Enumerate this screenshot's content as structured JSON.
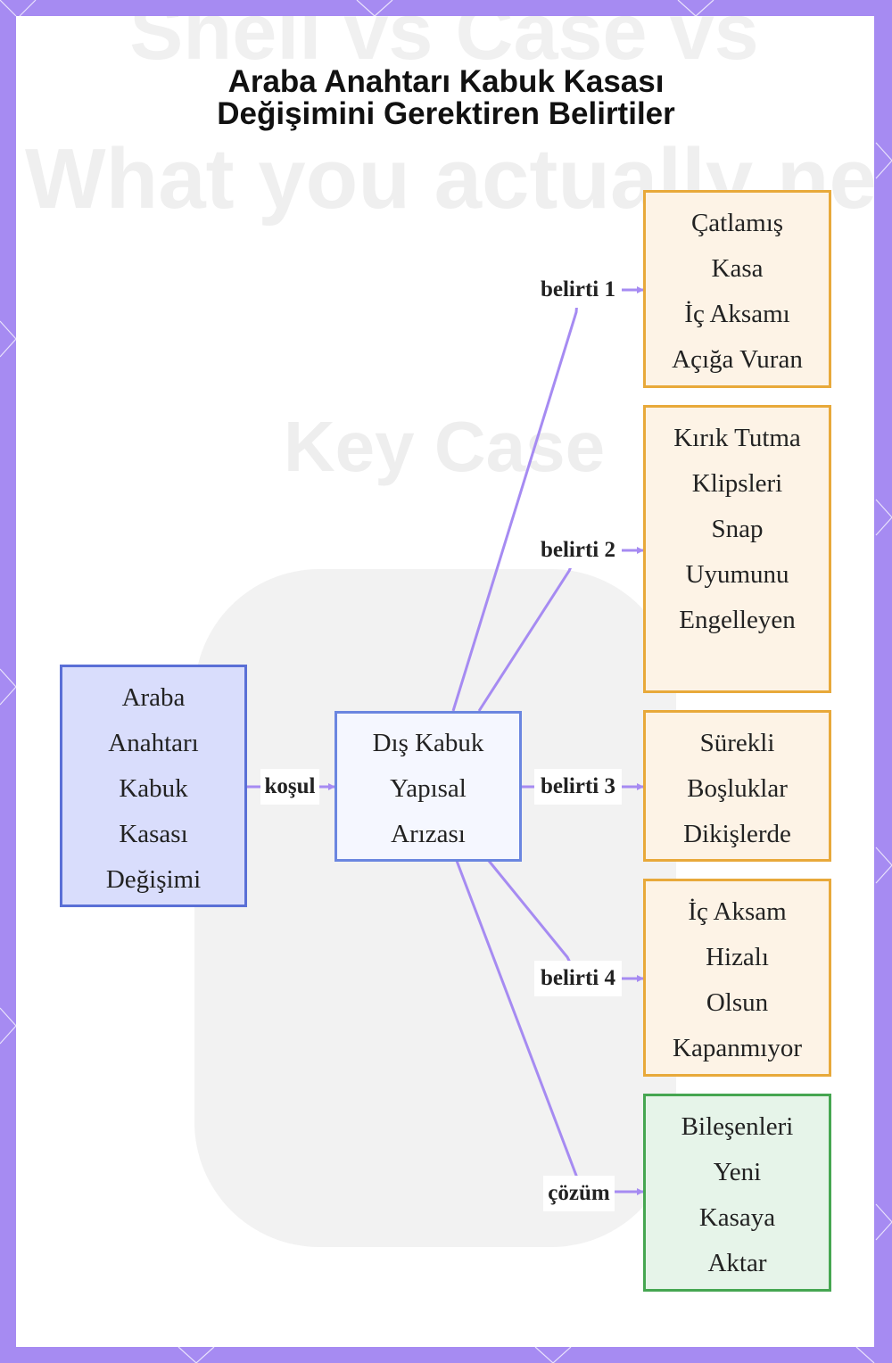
{
  "title": {
    "line1": "Araba Anahtarı Kabuk Kasası",
    "line2": "Değişimini Gerektiren Belirtiler"
  },
  "nodes": {
    "main": {
      "lines": [
        "Araba",
        "Anahtarı",
        "Kabuk",
        "Kasası",
        "Değişimi"
      ]
    },
    "fault": {
      "lines": [
        "Dış Kabuk",
        "Yapısal",
        "Arızası"
      ]
    },
    "symptom1": {
      "lines": [
        "Çatlamış",
        "Kasa",
        "İç Aksamı",
        "Açığa Vuran"
      ]
    },
    "symptom2": {
      "lines": [
        "Kırık Tutma",
        "Klipsleri",
        "Snap",
        "Uyumunu",
        "Engelleyen"
      ]
    },
    "symptom3": {
      "lines": [
        "Sürekli",
        "Boşluklar",
        "Dikişlerde"
      ]
    },
    "symptom4": {
      "lines": [
        "İç Aksam",
        "Hizalı",
        "Olsun",
        "Kapanmıyor"
      ]
    },
    "solution": {
      "lines": [
        "Bileşenleri",
        "Yeni",
        "Kasaya",
        "Aktar"
      ]
    }
  },
  "edge_labels": {
    "condition": "koşul",
    "symptom1": "belirti 1",
    "symptom2": "belirti 2",
    "symptom3": "belirti 3",
    "symptom4": "belirti 4",
    "solution": "çözüm"
  },
  "background_text": {
    "line1": "Shell vs Case vs",
    "line2": "What you actually need",
    "line3": "Key Case"
  },
  "colors": {
    "frame": "#a68bf2",
    "edge": "#a68bf2",
    "main_fill": "#d9ddfc",
    "main_stroke": "#5a6fd6",
    "symptom_fill": "#fdf3e6",
    "symptom_stroke": "#e8a93a",
    "solution_fill": "#e6f4e9",
    "solution_stroke": "#46a651"
  }
}
